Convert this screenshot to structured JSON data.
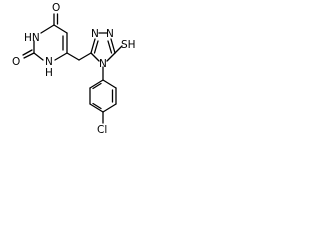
{
  "molecule": {
    "atoms": {
      "o_top": "O",
      "nh_upper": "HN",
      "o_left": "O",
      "nh_lower": "N",
      "h_lower": "H",
      "n_triazole_left": "N",
      "n_triazole_right": "N",
      "sh_group": "SH",
      "n_triazole_bottom": "N",
      "cl_atom": "Cl"
    },
    "colors": {
      "bond": "#000000",
      "label": "#000000",
      "background": "#ffffff"
    }
  }
}
